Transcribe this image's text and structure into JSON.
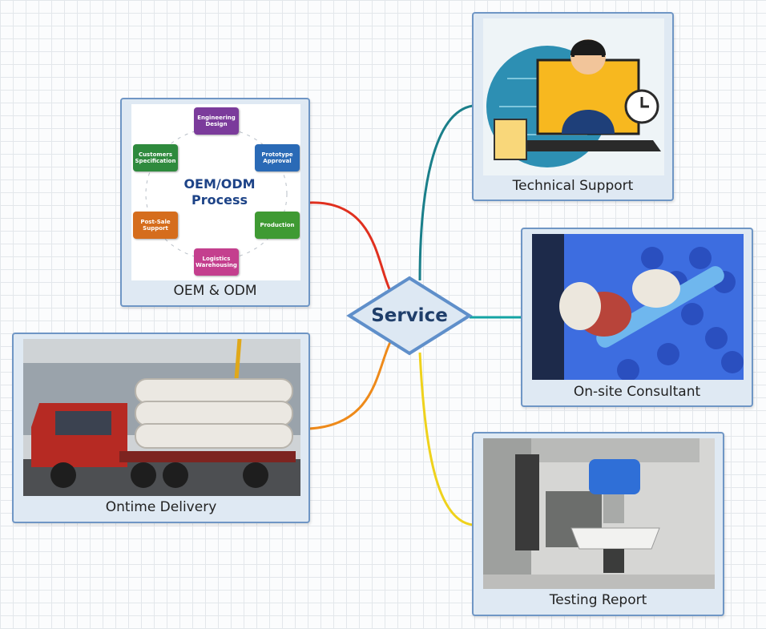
{
  "center": {
    "label": "Service"
  },
  "nodes": {
    "oem": {
      "caption": "OEM & ODM",
      "process_title_line1": "OEM/ODM",
      "process_title_line2": "Process",
      "steps": [
        {
          "label": "Engineering Design",
          "color": "#7b3b9b"
        },
        {
          "label": "Prototype Approval",
          "color": "#2a6ab6"
        },
        {
          "label": "Production",
          "color": "#3f9a33"
        },
        {
          "label": "Logistics Warehousing",
          "color": "#c43f8e"
        },
        {
          "label": "Post-Sale Support",
          "color": "#d56d1d"
        },
        {
          "label": "Customers Specification",
          "color": "#2e8a3d"
        }
      ]
    },
    "technical": {
      "caption": "Technical Support"
    },
    "onsite": {
      "caption": "On-site Consultant"
    },
    "delivery": {
      "caption": "Ontime Delivery"
    },
    "testing": {
      "caption": "Testing Report"
    }
  },
  "connector_colors": {
    "oem": "#e0301f",
    "delivery": "#ee8a1a",
    "technical": "#1a7f8a",
    "onsite": "#14a4a4",
    "testing": "#efd21c"
  }
}
